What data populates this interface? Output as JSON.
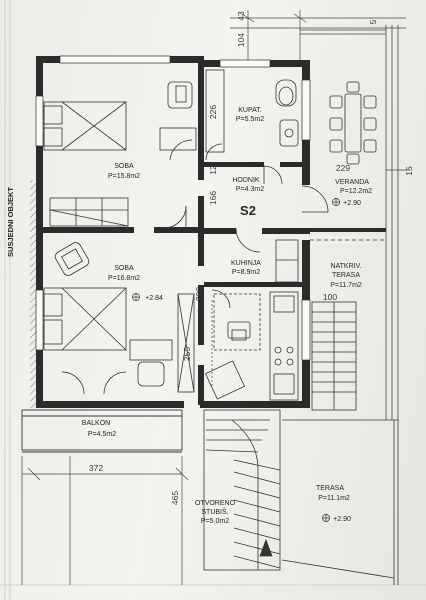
{
  "plan": {
    "unit_code": "S2",
    "side_label": "SUSJEDNI OBJEKT",
    "rooms": {
      "soba1": {
        "name": "SOBA",
        "area": "P=15.8m2"
      },
      "kupat": {
        "name": "KUPAT.",
        "area": "P=5.5m2"
      },
      "hodnik": {
        "name": "HODNIK",
        "area": "P=4.3m2"
      },
      "veranda": {
        "name": "VERANDA",
        "area": "P=12.2m2"
      },
      "soba2": {
        "name": "SOBA",
        "area": "P=16.8m2"
      },
      "kuhinja": {
        "name": "KUHINJA",
        "area": "P=8.9m2"
      },
      "natkriv": {
        "name1": "NATKRIV.",
        "name2": "TERASA",
        "area": "P=11.7m2"
      },
      "balkon": {
        "name": "BALKON",
        "area": "P=4.5m2"
      },
      "stubis": {
        "name1": "OTVORENO",
        "name2": "STUBIŠ.",
        "area": "P=5.0m2"
      },
      "terasa": {
        "name": "TERASA",
        "area": "P=11.1m2"
      }
    },
    "levels": {
      "veranda": "+2.90",
      "soba2": "+2.84",
      "terasa": "+2.90"
    },
    "dims": {
      "d104": "104",
      "d43": "43",
      "d229": "229",
      "d15": "15",
      "d226": "226",
      "d12": "12",
      "d166": "166",
      "d200": "200",
      "d255": "255",
      "d100": "100",
      "d372": "372",
      "d465": "465",
      "d5": "5"
    }
  }
}
